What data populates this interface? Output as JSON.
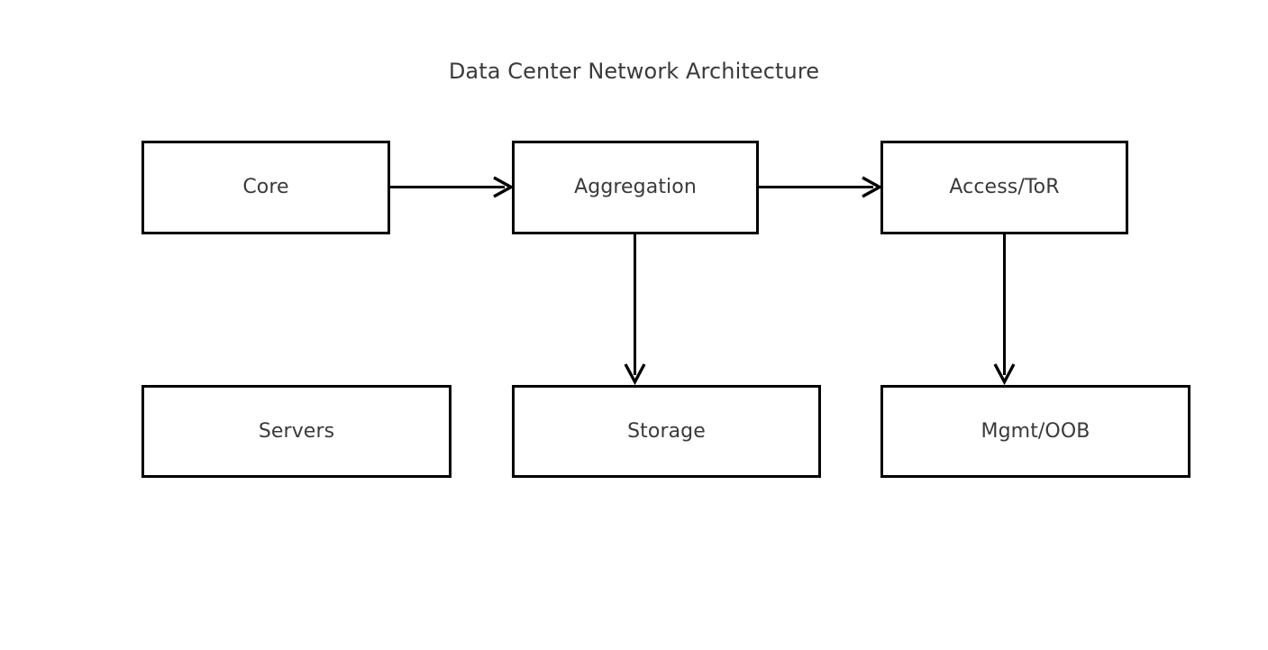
{
  "diagram": {
    "title": "Data Center Network Architecture",
    "background_color": "#ffffff",
    "node_border_color": "#000000",
    "node_fill_color": "#ffffff",
    "text_color": "#3a3a3a",
    "edge_color": "#000000",
    "nodes": [
      {
        "id": "core",
        "label": "Core"
      },
      {
        "id": "aggregation",
        "label": "Aggregation"
      },
      {
        "id": "access",
        "label": "Access/ToR"
      },
      {
        "id": "servers",
        "label": "Servers"
      },
      {
        "id": "storage",
        "label": "Storage"
      },
      {
        "id": "mgmt",
        "label": "Mgmt/OOB"
      }
    ],
    "edges": [
      {
        "from": "Core",
        "to": "Aggregation",
        "direction": "right",
        "arrow": "open"
      },
      {
        "from": "Aggregation",
        "to": "Access/ToR",
        "direction": "right",
        "arrow": "open"
      },
      {
        "from": "Aggregation",
        "to": "Storage",
        "direction": "down",
        "arrow": "open"
      },
      {
        "from": "Access/ToR",
        "to": "Mgmt/OOB",
        "direction": "down",
        "arrow": "open"
      }
    ]
  }
}
